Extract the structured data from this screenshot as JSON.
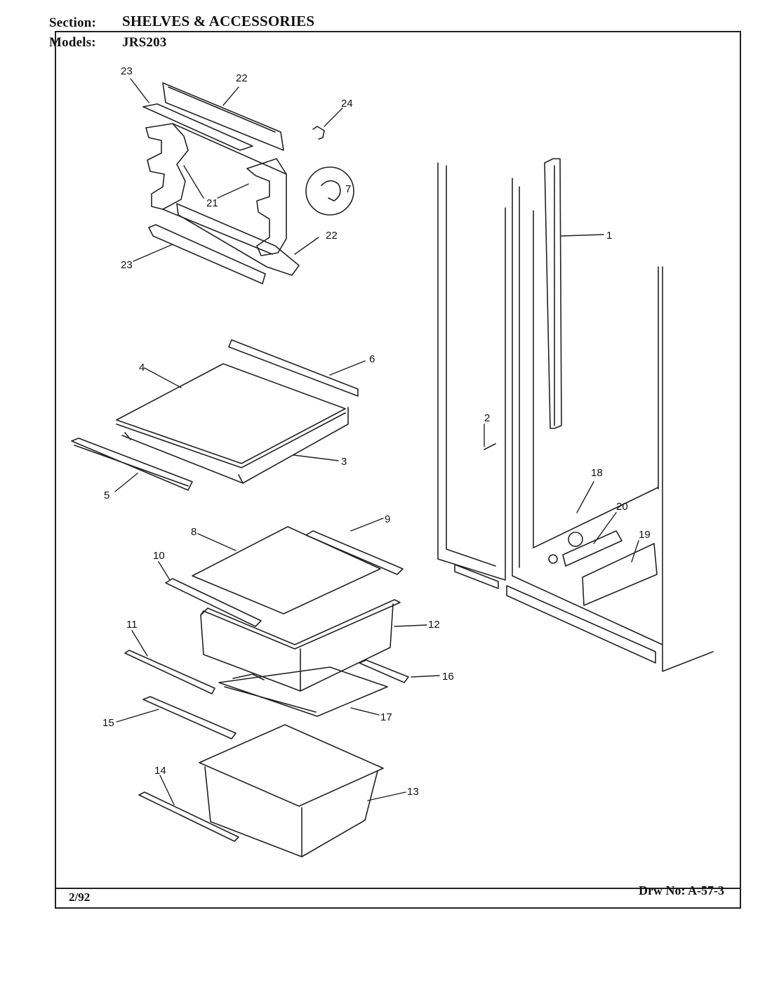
{
  "header": {
    "section_label": "Section:",
    "section_value": "SHELVES & ACCESSORIES",
    "models_label": "Models:",
    "models_value": "JRS203"
  },
  "footer": {
    "date": "2/92",
    "drawing_number": "Drw No: A-57-3"
  },
  "callouts": [
    "23",
    "22",
    "24",
    "21",
    "22",
    "23",
    "1",
    "7",
    "6",
    "4",
    "3",
    "2",
    "5",
    "18",
    "9",
    "8",
    "20",
    "19",
    "10",
    "12",
    "11",
    "16",
    "17",
    "15",
    "14",
    "13"
  ],
  "colors": {
    "ink": "#111111",
    "paper": "#ffffff"
  }
}
